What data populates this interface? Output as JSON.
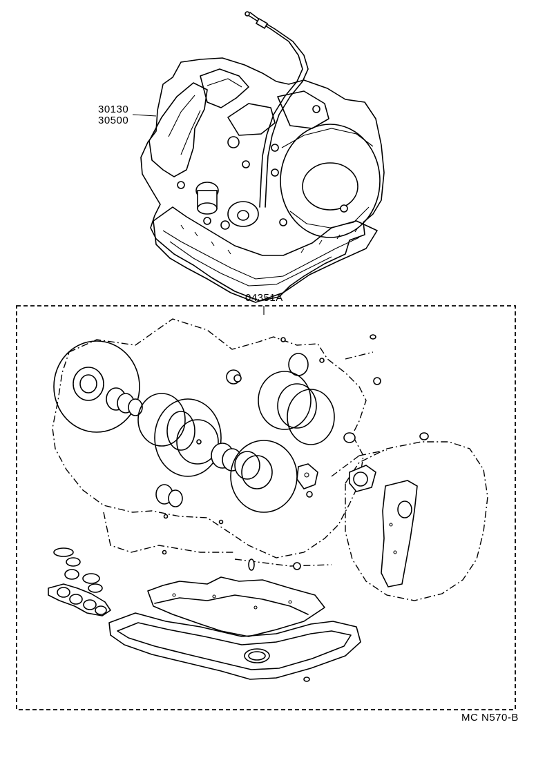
{
  "labels": {
    "part_a": "30130",
    "part_b": "30500",
    "kit": "04351A",
    "figure_code": "MC N570-B"
  }
}
